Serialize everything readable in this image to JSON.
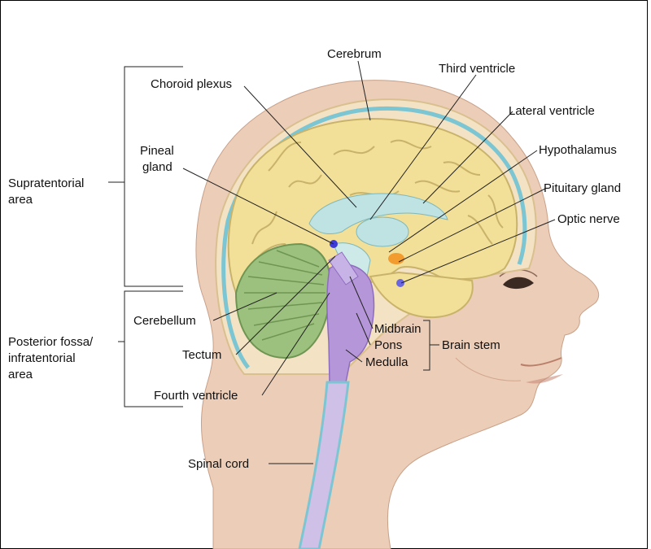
{
  "labels": {
    "cerebrum": "Cerebrum",
    "third_ventricle": "Third ventricle",
    "choroid_plexus": "Choroid plexus",
    "lateral_ventricle": "Lateral ventricle",
    "hypothalamus": "Hypothalamus",
    "pineal_gland_1": "Pineal",
    "pineal_gland_2": "gland",
    "pituitary_gland": "Pituitary gland",
    "optic_nerve": "Optic nerve",
    "supratentorial_1": "Supratentorial",
    "supratentorial_2": "area",
    "cerebellum": "Cerebellum",
    "posterior_fossa_1": "Posterior fossa/",
    "posterior_fossa_2": "infratentorial",
    "posterior_fossa_3": "area",
    "tectum": "Tectum",
    "midbrain": "Midbrain",
    "pons": "Pons",
    "medulla": "Medulla",
    "brain_stem": "Brain stem",
    "fourth_ventricle": "Fourth ventricle",
    "spinal_cord": "Spinal cord"
  },
  "colors": {
    "skin": "#eccdb8",
    "skin_shadow": "#d9ab90",
    "skull": "#f3e2c4",
    "meninges": "#7cc6d4",
    "cerebrum": "#f2df98",
    "cerebrum_fold": "#c9b36a",
    "cerebellum": "#9cc07e",
    "brainstem": "#b596d9",
    "ventricle": "#bfe2e3",
    "spinal_cord": "#cfc0e8",
    "pituitary": "#f29b2e",
    "pineal": "#3e3ad8"
  }
}
